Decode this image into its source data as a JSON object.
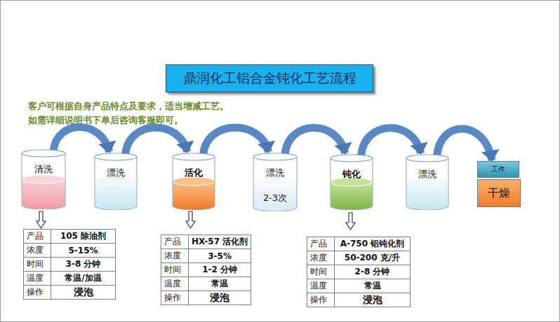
{
  "diagram": {
    "title": "鼎润化工铝合金钝化工艺流程",
    "nodes": [
      {
        "text": [
          "清洗"
        ]
      },
      {
        "text": [
          "漂洗"
        ]
      },
      {
        "text": [
          "活化"
        ]
      },
      {
        "text": [
          "漂洗",
          "2-3次"
        ]
      },
      {
        "text": [
          "钝化"
        ]
      },
      {
        "text": [
          "漂洗"
        ]
      },
      {
        "text": [
          "工件"
        ]
      },
      {
        "text": [
          "干燥"
        ]
      }
    ],
    "edges": [
      {
        "from": 0,
        "to": 1,
        "arrow": "to"
      },
      {
        "from": 1,
        "to": 2,
        "arrow": "to"
      },
      {
        "from": 2,
        "to": 3,
        "arrow": "to"
      },
      {
        "from": 3,
        "to": 4,
        "arrow": "to"
      },
      {
        "from": 4,
        "to": 5,
        "arrow": "to"
      },
      {
        "from": 5,
        "to": 6,
        "arrow": "to"
      }
    ],
    "labels": [
      "客户可根据自身产品特点及要求，适当增减工艺。",
      "如需详细说明书下单后咨询客服即可。",
      "产品",
      "105 除油剂",
      "浓度",
      "5-15%",
      "时间",
      "3-8 分钟",
      "温度",
      "常温/加温",
      "操作",
      "浸泡",
      "产品",
      "HX-57 活化剂",
      "浓度",
      "3-5%",
      "时间",
      "1-2 分钟",
      "温度",
      "常温",
      "操作",
      "浸泡",
      "产品",
      "A-750 铝钝化剂",
      "浓度",
      "50-200 克/升",
      "时间",
      "2-8 分钟",
      "温度",
      "常温",
      "操作",
      "浸泡"
    ]
  }
}
